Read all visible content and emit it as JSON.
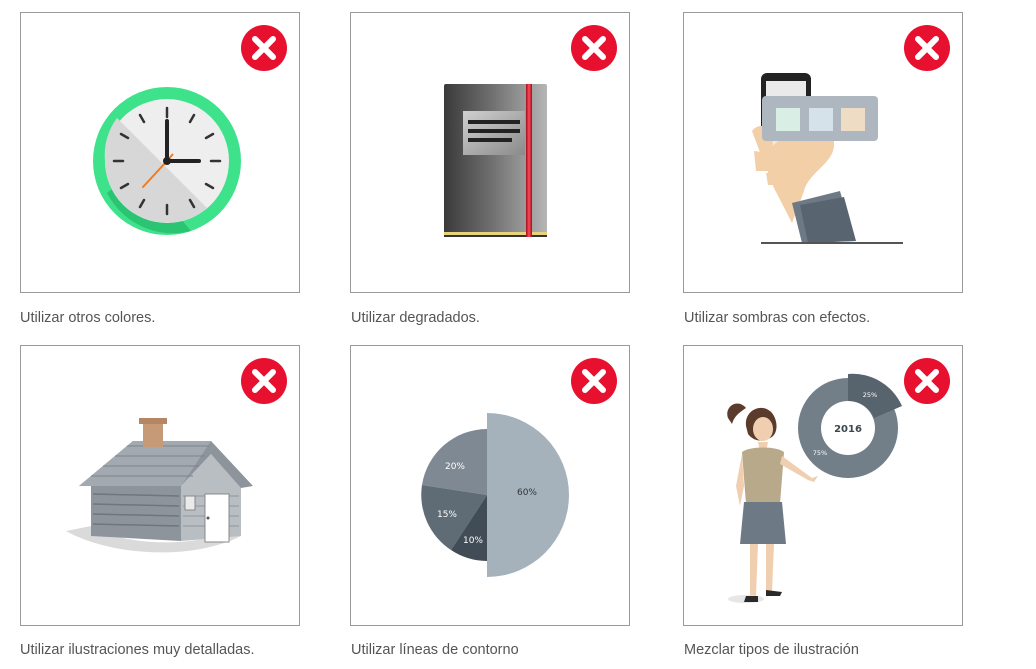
{
  "cards": [
    {
      "caption": "Utilizar otros colores.",
      "icon": "clock-icon"
    },
    {
      "caption": "Utilizar degradados.",
      "icon": "notebook-icon"
    },
    {
      "caption": "Utilizar sombras con efectos.",
      "icon": "hand-phone-icon"
    },
    {
      "caption": "Utilizar ilustraciones muy detalladas.",
      "icon": "house-icon"
    },
    {
      "caption": "Utilizar líneas de contorno",
      "icon": "pie-chart-icon"
    },
    {
      "caption": "Mezclar tipos de ilustración",
      "icon": "woman-donut-icon"
    }
  ],
  "pie": {
    "labels": [
      "20%",
      "15%",
      "10%",
      "60%"
    ]
  },
  "donut": {
    "year": "2016",
    "labels": [
      "25%",
      "75%"
    ]
  },
  "colors": {
    "badge": "#e8102f",
    "border": "#9a9a9a",
    "caption": "#555555"
  }
}
